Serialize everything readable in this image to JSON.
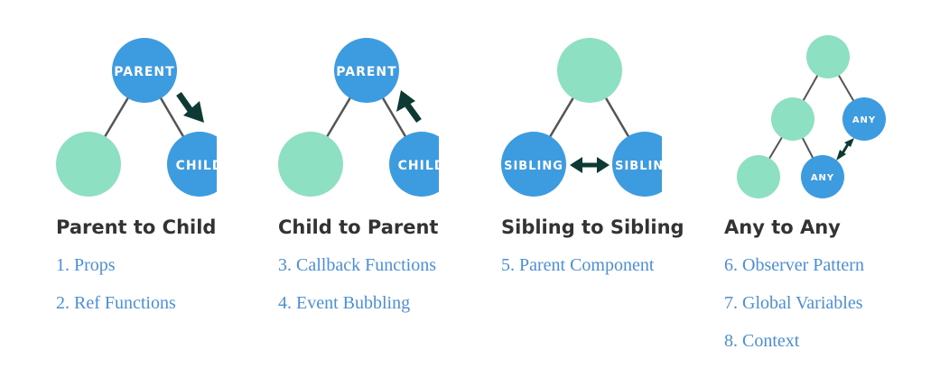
{
  "colors": {
    "node_green": "#8ee0c2",
    "node_blue": "#3d9be0",
    "edge": "#555555",
    "arrow": "#0d3b33",
    "heading_text": "#333333",
    "link_text": "#4a8fd8"
  },
  "panels": [
    {
      "heading": "Parent to Child",
      "links": [
        "1. Props",
        "2. Ref Functions"
      ],
      "node_labels": [
        "PARENT",
        "CHILD"
      ]
    },
    {
      "heading": "Child to Parent",
      "links": [
        "3. Callback Functions",
        "4. Event Bubbling"
      ],
      "node_labels": [
        "PARENT",
        "CHILD"
      ]
    },
    {
      "heading": "Sibling to Sibling",
      "links": [
        "5. Parent Component"
      ],
      "node_labels": [
        "SIBLING",
        "SIBLING"
      ]
    },
    {
      "heading": "Any to Any",
      "links": [
        "6. Observer Pattern",
        "7. Global Variables",
        "8. Context"
      ],
      "node_labels": [
        "ANY",
        "ANY"
      ]
    }
  ]
}
